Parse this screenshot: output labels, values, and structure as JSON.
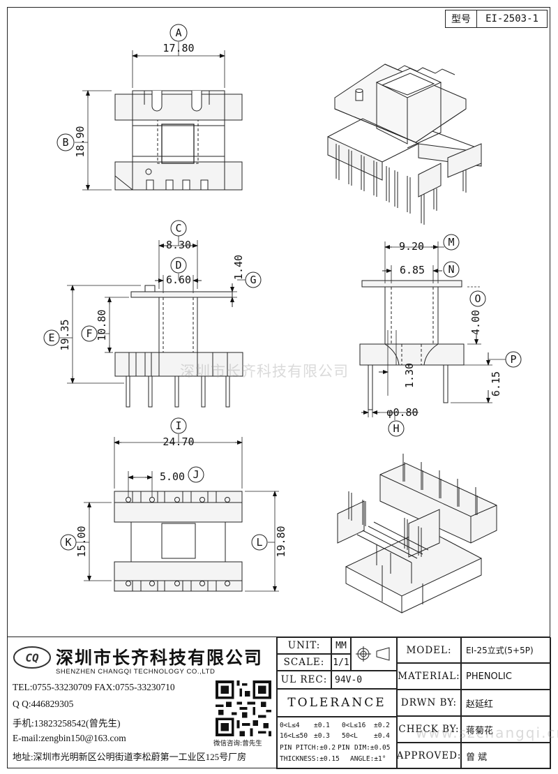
{
  "header": {
    "model_key": "型号",
    "model_value": "EI-2503-1"
  },
  "dims": {
    "A": "A",
    "A_val": "17.80",
    "B": "B",
    "B_val": "18.90",
    "C": "C",
    "C_val": "8.30",
    "D": "D",
    "D_val": "6.60",
    "E": "E",
    "E_val": "19.35",
    "F": "F",
    "F_val": "10.80",
    "G": "G",
    "G_val": "1.40",
    "H": "H",
    "H_val": "φ0.80",
    "I": "I",
    "I_val": "24.70",
    "J": "J",
    "J_val": "5.00",
    "K": "K",
    "K_val": "15.00",
    "L": "L",
    "L_val": "19.80",
    "M": "M",
    "M_val": "9.20",
    "N": "N",
    "N_val": "6.85",
    "O": "O",
    "O_val": "4.00",
    "P": "P",
    "P_val": "6.15",
    "pin_val": "1.30"
  },
  "watermark": "深圳市长齐科技有限公司",
  "watermark_url": "www.szchangqi.cn",
  "company": {
    "name_cn": "深圳市长齐科技有限公司",
    "name_en": "SHENZHEN CHANGQI TECHNOLOGY CO.,LTD",
    "tel": "TEL:0755-33230709  FAX:0755-33230710",
    "qq": "Q Q:446829305",
    "mobile": "手机:13823258542(曾先生)",
    "email": "E-mail:zengbin150@163.com",
    "address": "地址:深圳市光明新区公明街道李松蔚第一工业区125号厂房",
    "qr_caption": "微信咨询:曾先生"
  },
  "block": {
    "unit_label": "UNIT:",
    "unit_value": "MM",
    "scale_label": "SCALE:",
    "scale_value": "1/1",
    "ulrec_label": "UL REC:",
    "ulrec_value": "94V-0",
    "tolerance": "TOLERANCE",
    "tol1a": "0<L≤4",
    "tol1b": "±0.1",
    "tol1c": "0<L≤16",
    "tol1d": "±0.2",
    "tol2a": "16<L≤50",
    "tol2b": "±0.3",
    "tol2c": "50<L",
    "tol2d": "±0.4",
    "tol3a": "PIN PITCH:±0.2",
    "tol3b": "PIN",
    "tol3c": "DIM:±0.05",
    "tol4a": "THICKNESS:±0.15",
    "tol4b": "ANGLE:±1°",
    "model_label": "MODEL:",
    "model_value": "EI-25立式(5+5P)",
    "material_label": "MATERIAL:",
    "material_value": "PHENOLIC",
    "drawn_label": "DRWN BY:",
    "drawn_value": "赵延红",
    "check_label": "CHECK BY:",
    "check_value": "蒋菊花",
    "approved_label": "APPROVED:",
    "approved_value": "曾  斌"
  }
}
